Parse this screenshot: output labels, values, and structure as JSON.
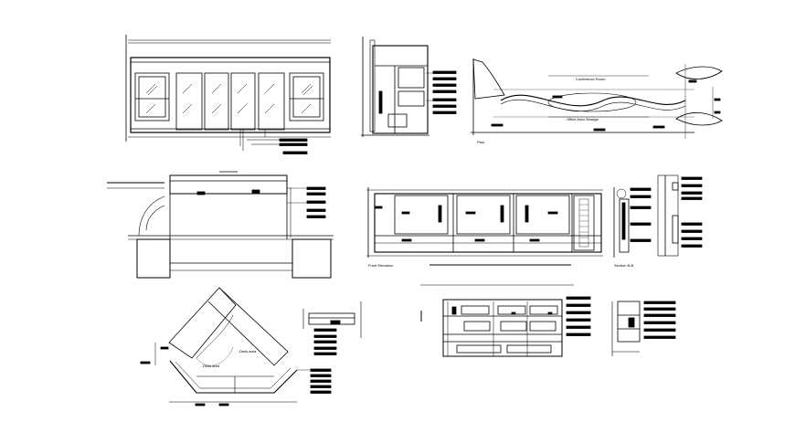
{
  "labels": {
    "conference_room": "Conference Room",
    "office_area_storage": "Office Area Storage",
    "plan": "Plan",
    "front_elevation": "Front Elevation",
    "section_b": "Section B-B",
    "desk_area_1": "Desk area",
    "desk_area_2": "Desk area"
  },
  "colors": {
    "line": "#000000",
    "background": "#ffffff"
  }
}
